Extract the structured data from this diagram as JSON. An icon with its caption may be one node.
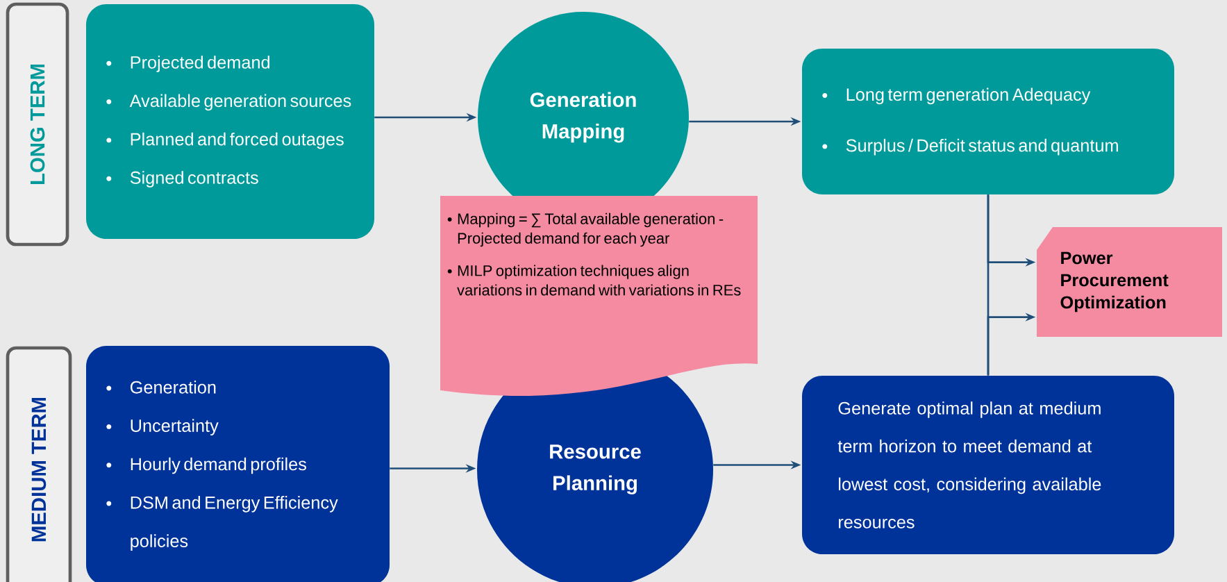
{
  "diagram": {
    "nodes": [
      {
        "text": [
          "LONG TERM"
        ]
      },
      {
        "text": [
          "Projected demand",
          "Available generation sources",
          "Planned and forced outages",
          "Signed contracts"
        ]
      },
      {
        "text": [
          "Generation Mapping"
        ]
      },
      {
        "text": [
          "Long term generation Adequacy",
          "Surplus / Deficit status and quantum"
        ]
      },
      {
        "text": [
          "Mapping = ∑ Total available generation - Projected demand for each year",
          "MILP optimization techniques align variations in demand with variations in REs"
        ]
      },
      {
        "text": [
          "Power Procurement Optimization"
        ]
      },
      {
        "text": [
          "MEDIUM TERM"
        ]
      },
      {
        "text": [
          "Generation",
          "Uncertainty",
          "Hourly demand profiles",
          "DSM and Energy Efficiency policies"
        ]
      },
      {
        "text": [
          "Resource Planning"
        ]
      },
      {
        "text": [
          "Generate optimal plan at medium term horizon to meet demand at lowest cost, considering available resources"
        ]
      }
    ],
    "edges": [
      {
        "from": 1,
        "to": 2,
        "arrow": "to"
      },
      {
        "from": 2,
        "to": 3,
        "arrow": "to"
      },
      {
        "from": 7,
        "to": 8,
        "arrow": "to"
      },
      {
        "from": 8,
        "to": 9,
        "arrow": "to"
      },
      {
        "from": 3,
        "to": 5,
        "arrow": "to"
      },
      {
        "from": 9,
        "to": 5,
        "arrow": "to"
      },
      {
        "from": 3,
        "to": 9,
        "arrow": "none"
      }
    ]
  }
}
